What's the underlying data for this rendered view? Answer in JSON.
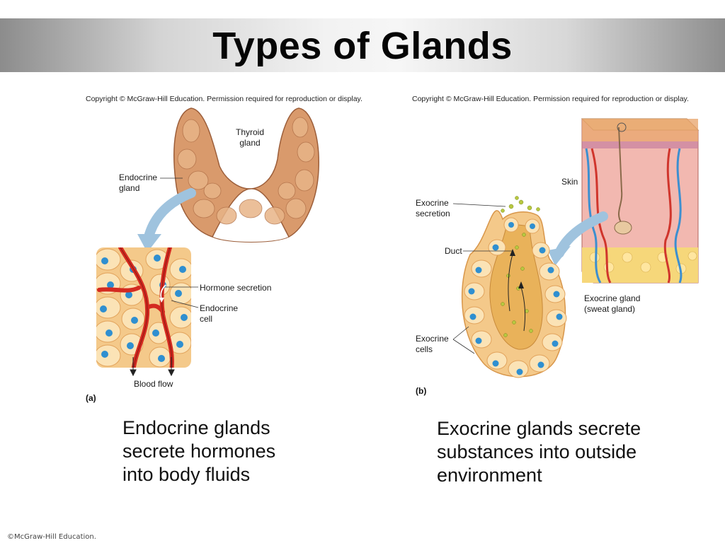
{
  "slide": {
    "title": "Types of Glands",
    "footer": "©McGraw-Hill Education."
  },
  "panel_a": {
    "copyright": "Copyright © McGraw-Hill Education. Permission required for reproduction or display.",
    "labels": {
      "thyroid": "Thyroid\ngland",
      "endocrine_gland": "Endocrine\ngland",
      "hormone_secretion": "Hormone secretion",
      "endocrine_cell": "Endocrine\ncell",
      "blood_flow": "Blood flow"
    },
    "letter": "(a)",
    "caption": "Endocrine glands\nsecrete hormones\ninto body fluids"
  },
  "panel_b": {
    "copyright": "Copyright © McGraw-Hill Education. Permission required for reproduction or display.",
    "labels": {
      "skin": "Skin",
      "exocrine_secretion": "Exocrine\nsecretion",
      "duct": "Duct",
      "exocrine_gland": "Exocrine gland\n(sweat gland)",
      "exocrine_cells": "Exocrine\ncells"
    },
    "letter": "(b)",
    "caption": "Exocrine glands secrete\nsubstances into outside\nenvironment"
  },
  "colors": {
    "thyroid": "#d99a6c",
    "cell_fill": "#f7d9a3",
    "nucleus": "#2f8fd0",
    "blood_vessel": "#d42a20",
    "arrow": "#9fc3de",
    "duct_lumen": "#e9b25a"
  }
}
